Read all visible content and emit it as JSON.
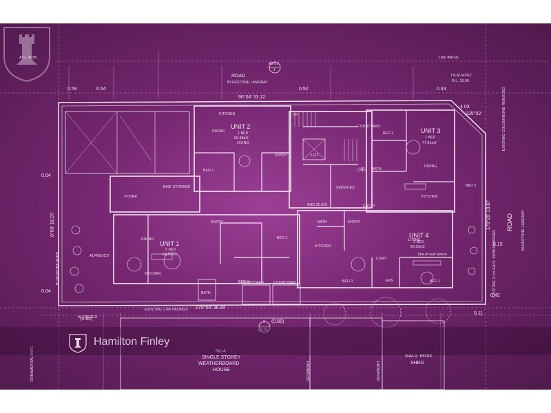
{
  "brand": {
    "name": "Hamilton Finley"
  },
  "colors": {
    "background_center": "#9c3f96",
    "background_edge": "#4f1a4c",
    "linework": "#f3e6f2"
  },
  "streets": {
    "road_top": "ROAD",
    "laneway_top": "BLUESTONE LANEWAY",
    "road_right": "ROAD",
    "laneway_right": "BLUESTONE LANEWAY",
    "kerb_left": "BLUESTONE KERB"
  },
  "boundaries": {
    "top": "90°04' 33.12",
    "bottom": "270°00' 36.34",
    "left": "0°00' 16.97",
    "right": "179°20' 13.87",
    "corner": "135°02'",
    "existing_palings": "EXISTING 1.8m PALINGS",
    "top_left_fence": "ALV. IRON",
    "brick": "1.8m BRICK"
  },
  "dimensions": {
    "top_left": "0.59",
    "top_mid": "0.54",
    "top_right": "0.52",
    "top_far": "0.43",
    "corner_offset": "4.03",
    "left_1": "0.04",
    "left_2": "0.04",
    "bottom_left": "(4.95)",
    "bottom_mid": "(0.85)",
    "right_1": "0.15",
    "right_2": "0.42",
    "right_3": "0.11"
  },
  "survey": {
    "tbm": "T.B.M RIVET",
    "rl": "R.L. 33.95"
  },
  "section_markers": [
    {
      "ref": "A3-01",
      "num": "2"
    },
    {
      "ref": "A3-01",
      "num": "3"
    }
  ],
  "units": [
    {
      "name": "UNIT 1",
      "beds": "2 BED",
      "area": "96.13m2"
    },
    {
      "name": "UNIT 2",
      "beds": "1 BED",
      "area": "55.38m2"
    },
    {
      "name": "UNIT 3",
      "beds": "1 BED",
      "area": "77.81m2"
    },
    {
      "name": "UNIT 4",
      "beds": "2 BED",
      "area": "90.50m2"
    }
  ],
  "rooms": {
    "bed1": "BED 1",
    "bed2": "BED 2",
    "living": "LIVING",
    "dining": "DINING",
    "kitchen": "KITCHEN",
    "bath": "BATH",
    "ldry": "L'DRY",
    "ens": "ENS",
    "entry": "ENTRY",
    "foyer": "FOYER",
    "bike_storage": "BIKE STORAGE",
    "services": "SERVICES",
    "courtyard": "COURTYARD",
    "alfresco": "ALFRESCO",
    "lift": "LIFT",
    "ahd": "AHD 35.020",
    "dn": "DN",
    "up": "UP",
    "line_of_wall": "line of wall above"
  },
  "neighbour": {
    "line1": "No.4",
    "line2": "SINGLE STOREY",
    "line3": "WEATHERBOARD",
    "line4": "HOUSE",
    "verandah": "VERANDAH",
    "shed1": "GALV. IRON",
    "shed2": "SHED",
    "wire": "ORNAMENTAL WIRE"
  },
  "right_notes": {
    "fence": "EXISTING 2.1m GALV. IRON REMOVED",
    "colour": "EXISTING COLOURBOND REMOVED"
  }
}
